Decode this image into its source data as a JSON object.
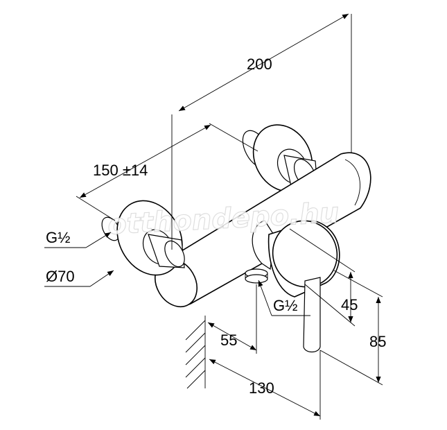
{
  "dimensions": {
    "overall_length": "200",
    "center_distance": "150 ±14",
    "inlet_thread": "G½",
    "rosette_diameter": "Ø70",
    "outlet_thread": "G½",
    "outlet_offset": "55",
    "lever_height_45": "45",
    "height_85": "85",
    "depth_130": "130"
  },
  "watermark": "otthondepo.hu",
  "colors": {
    "line": "#000000",
    "background": "#ffffff",
    "watermark_outline": "#d9d9d9"
  }
}
